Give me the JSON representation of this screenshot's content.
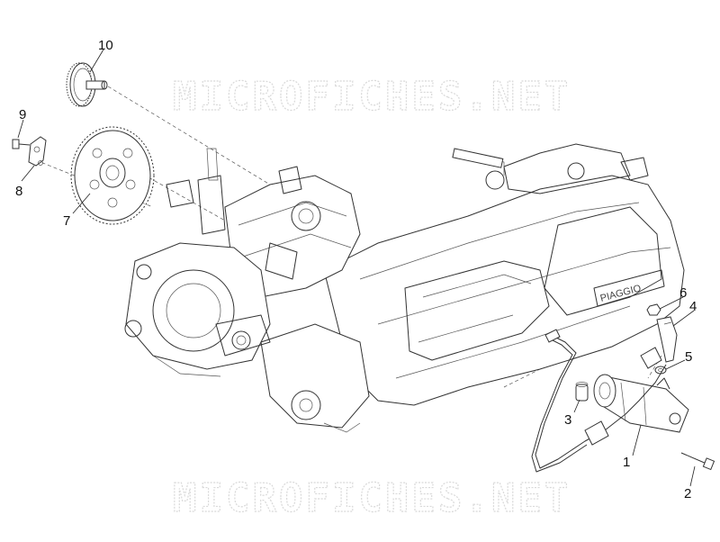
{
  "watermark": {
    "top": "MICROFICHES.NET",
    "bottom": "MICROFICHES.NET"
  },
  "engine_logo": "PIAGGIO",
  "callouts": [
    "1",
    "2",
    "3",
    "4",
    "5",
    "6",
    "7",
    "8",
    "9",
    "10"
  ]
}
